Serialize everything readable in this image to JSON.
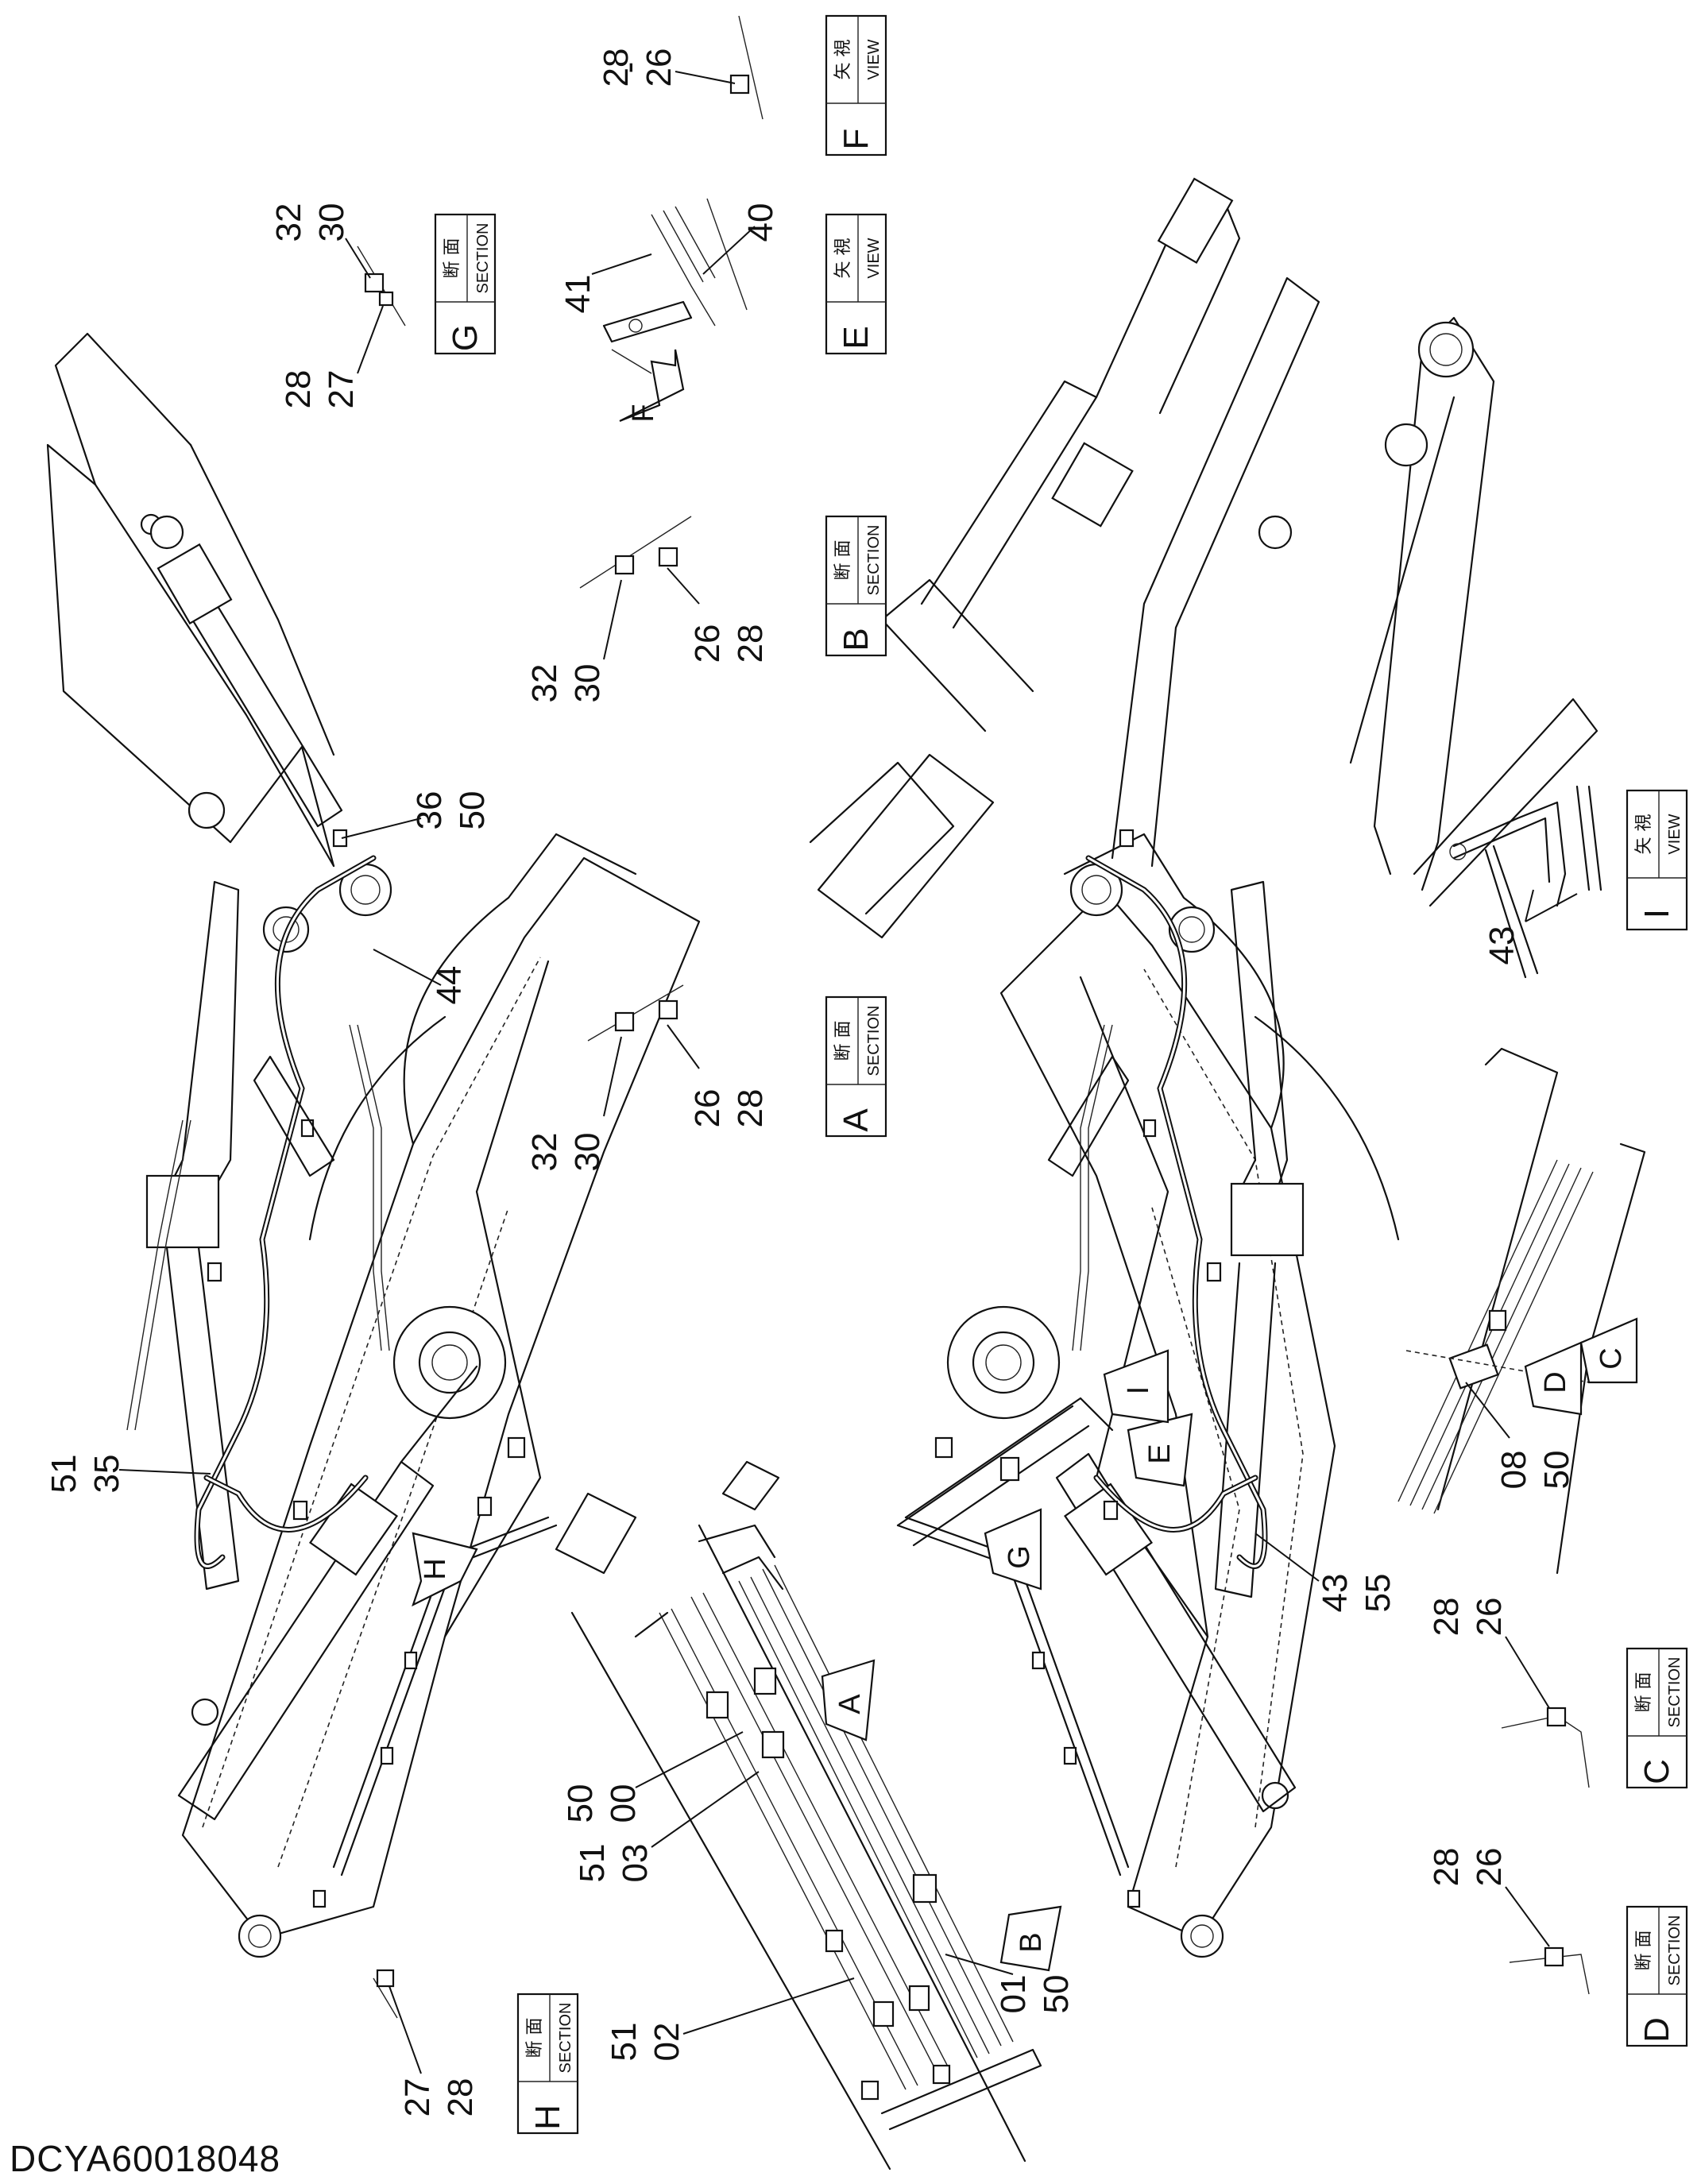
{
  "document_id": "DCYA60018048",
  "labels": {
    "jp_section": "断 面",
    "jp_view": "矢 視",
    "en_section": "SECTION",
    "en_view": "VIEW"
  },
  "views": [
    {
      "kind": "view",
      "letter": "F"
    },
    {
      "kind": "section",
      "letter": "G"
    },
    {
      "kind": "view",
      "letter": "E"
    },
    {
      "kind": "section",
      "letter": "B"
    },
    {
      "kind": "section",
      "letter": "A"
    },
    {
      "kind": "view",
      "letter": "I"
    },
    {
      "kind": "section",
      "letter": "C"
    },
    {
      "kind": "section",
      "letter": "D"
    },
    {
      "kind": "section",
      "letter": "H"
    }
  ],
  "view_arrows": [
    "F",
    "H",
    "A",
    "B",
    "G",
    "E",
    "I",
    "D",
    "C"
  ],
  "callouts": [
    {
      "top": "28",
      "bottom": "26"
    },
    {
      "top": "32",
      "bottom": "30"
    },
    {
      "top": "28",
      "bottom": "27"
    },
    {
      "single": "41"
    },
    {
      "single": "40"
    },
    {
      "top": "32",
      "bottom": "30"
    },
    {
      "top": "26",
      "bottom": "28"
    },
    {
      "top": "36",
      "bottom": "50"
    },
    {
      "single": "44"
    },
    {
      "top": "32",
      "bottom": "30"
    },
    {
      "top": "26",
      "bottom": "28"
    },
    {
      "top": "51",
      "bottom": "35"
    },
    {
      "top": "50",
      "bottom": "00"
    },
    {
      "top": "51",
      "bottom": "03"
    },
    {
      "top": "51",
      "bottom": "02"
    },
    {
      "top": "01",
      "bottom": "50"
    },
    {
      "top": "27",
      "bottom": "28"
    },
    {
      "top": "08",
      "bottom": "50"
    },
    {
      "top": "43",
      "bottom": "55"
    },
    {
      "single": "43"
    },
    {
      "top": "28",
      "bottom": "26"
    },
    {
      "top": "28",
      "bottom": "26"
    }
  ]
}
